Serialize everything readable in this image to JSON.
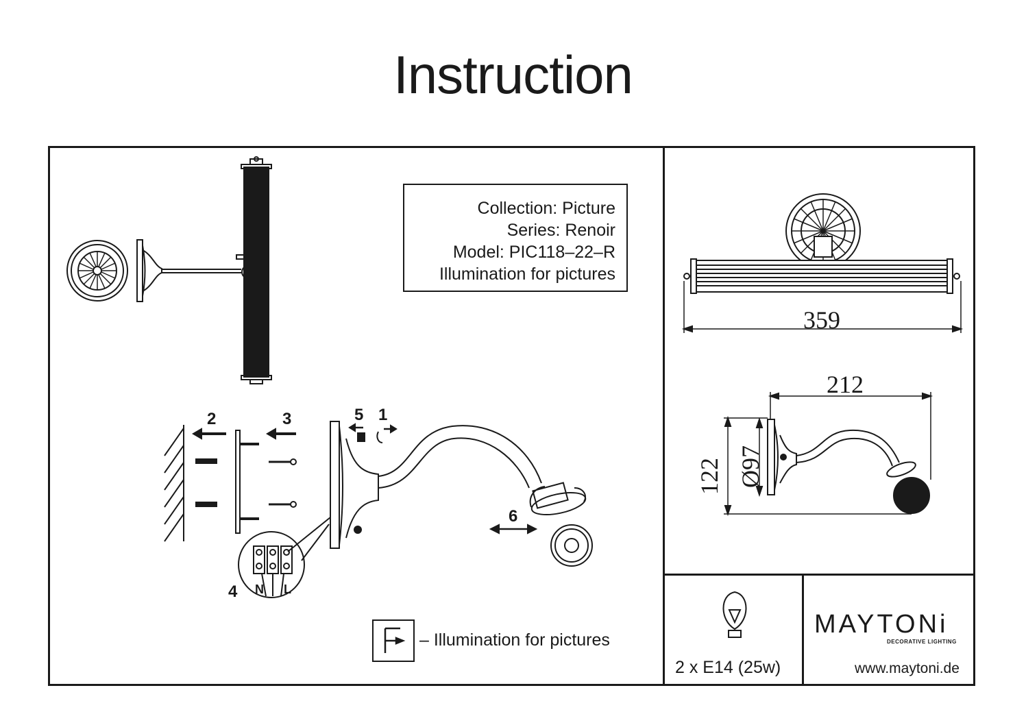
{
  "title": "Instruction",
  "info": {
    "collection": "Collection: Picture",
    "series": "Series: Renoir",
    "model": "Model: PIC118–22–R",
    "purpose": "Illumination for pictures"
  },
  "dimensions": {
    "width": "359",
    "depth": "212",
    "height": "122",
    "diameter": "Ø97"
  },
  "steps": [
    "1",
    "2",
    "3",
    "4",
    "5",
    "6"
  ],
  "terminals": {
    "n": "N",
    "l": "L"
  },
  "legend": {
    "text": "– Illumination for pictures",
    "icon": "picture-light-icon"
  },
  "bulb": {
    "label": "2 x E14 (25w)",
    "icon": "light-bulb-icon"
  },
  "brand": {
    "name": "MAYTONi",
    "tagline": "DECORATIVE LIGHTING",
    "website": "www.maytoni.de"
  }
}
